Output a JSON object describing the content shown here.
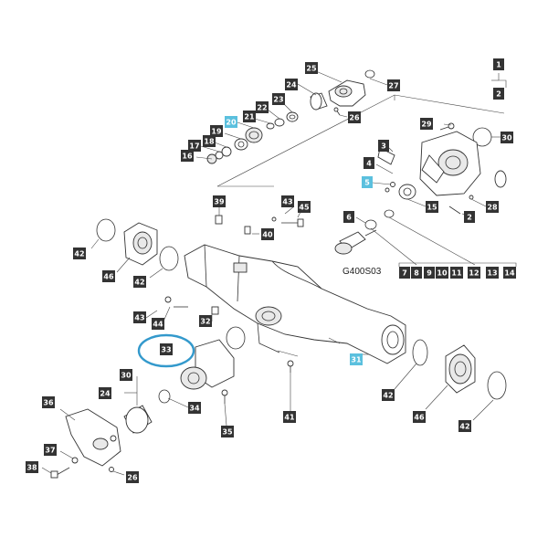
{
  "diagram": {
    "model_code": "G400S03",
    "label_bg": "#333333",
    "highlight_bg": "#5bc0de",
    "circle_color": "#3399cc",
    "labels": [
      {
        "key": "l25",
        "text": "25"
      },
      {
        "key": "l27",
        "text": "27"
      },
      {
        "key": "l24a",
        "text": "24"
      },
      {
        "key": "l23",
        "text": "23"
      },
      {
        "key": "l22",
        "text": "22"
      },
      {
        "key": "l21",
        "text": "21"
      },
      {
        "key": "l20",
        "text": "20",
        "highlight": true
      },
      {
        "key": "l19",
        "text": "19"
      },
      {
        "key": "l18",
        "text": "18"
      },
      {
        "key": "l17",
        "text": "17"
      },
      {
        "key": "l16",
        "text": "16"
      },
      {
        "key": "l26a",
        "text": "26"
      },
      {
        "key": "l1",
        "text": "1"
      },
      {
        "key": "l2a",
        "text": "2"
      },
      {
        "key": "l29",
        "text": "29"
      },
      {
        "key": "l30a",
        "text": "30"
      },
      {
        "key": "l3",
        "text": "3"
      },
      {
        "key": "l4",
        "text": "4"
      },
      {
        "key": "l5",
        "text": "5",
        "highlight": true
      },
      {
        "key": "l15",
        "text": "15"
      },
      {
        "key": "l2b",
        "text": "2"
      },
      {
        "key": "l28",
        "text": "28"
      },
      {
        "key": "l6",
        "text": "6"
      },
      {
        "key": "l39",
        "text": "39"
      },
      {
        "key": "l43a",
        "text": "43"
      },
      {
        "key": "l45",
        "text": "45"
      },
      {
        "key": "l40",
        "text": "40"
      },
      {
        "key": "l42a",
        "text": "42"
      },
      {
        "key": "l46a",
        "text": "46"
      },
      {
        "key": "l42b",
        "text": "42"
      },
      {
        "key": "l7",
        "text": "7"
      },
      {
        "key": "l8",
        "text": "8"
      },
      {
        "key": "l9",
        "text": "9"
      },
      {
        "key": "l10",
        "text": "10"
      },
      {
        "key": "l11",
        "text": "11"
      },
      {
        "key": "l12",
        "text": "12"
      },
      {
        "key": "l13",
        "text": "13"
      },
      {
        "key": "l14",
        "text": "14"
      },
      {
        "key": "l43b",
        "text": "43"
      },
      {
        "key": "l44",
        "text": "44"
      },
      {
        "key": "l32",
        "text": "32"
      },
      {
        "key": "l33",
        "text": "33"
      },
      {
        "key": "l31",
        "text": "31",
        "highlight": true
      },
      {
        "key": "l30b",
        "text": "30"
      },
      {
        "key": "l24b",
        "text": "24"
      },
      {
        "key": "l34",
        "text": "34"
      },
      {
        "key": "l42c",
        "text": "42"
      },
      {
        "key": "l46b",
        "text": "46"
      },
      {
        "key": "l42d",
        "text": "42"
      },
      {
        "key": "l36",
        "text": "36"
      },
      {
        "key": "l41",
        "text": "41"
      },
      {
        "key": "l35",
        "text": "35"
      },
      {
        "key": "l37",
        "text": "37"
      },
      {
        "key": "l38",
        "text": "38"
      },
      {
        "key": "l26b",
        "text": "26"
      }
    ]
  }
}
